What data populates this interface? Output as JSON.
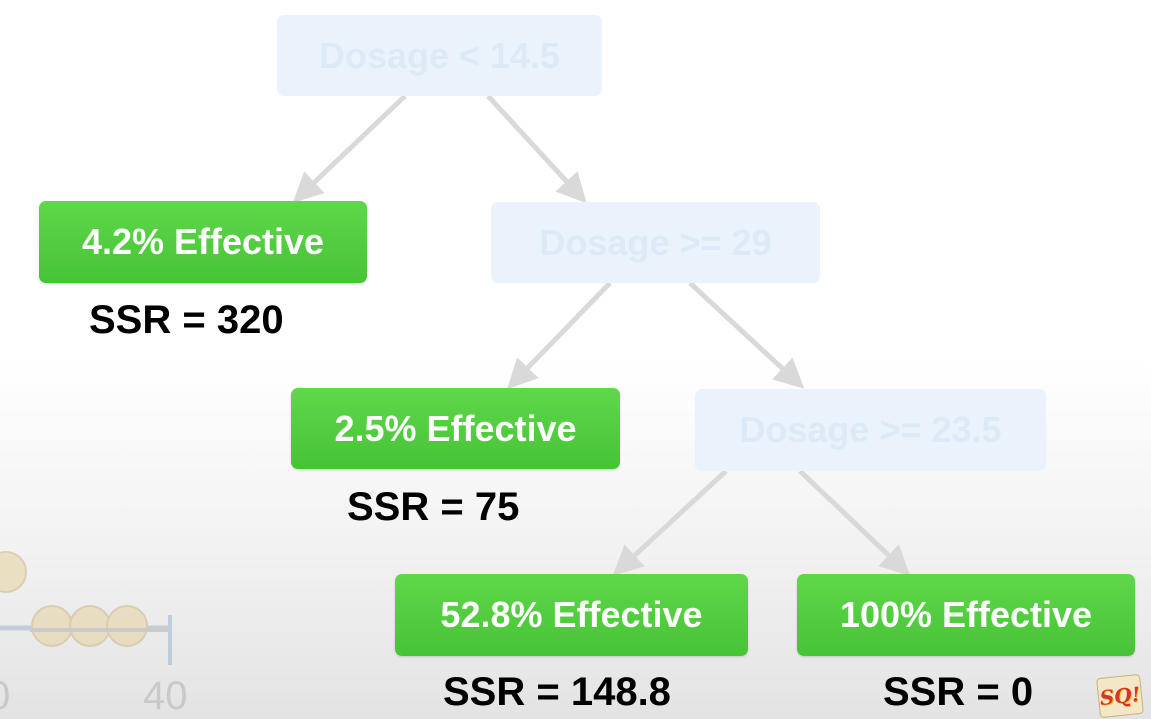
{
  "nodes": {
    "root": "Dosage < 14.5",
    "split_29": "Dosage >= 29",
    "split_23_5": "Dosage >= 23.5",
    "leaf_4_2": "4.2% Effective",
    "leaf_2_5": "2.5% Effective",
    "leaf_52_8": "52.8% Effective",
    "leaf_100": "100% Effective"
  },
  "ssr": {
    "leaf_4_2": "SSR = 320",
    "leaf_2_5": "SSR = 75",
    "leaf_52_8": "SSR = 148.8",
    "leaf_100": "SSR = 0"
  },
  "background_axis": {
    "tick_left": "0",
    "tick_right": "40"
  },
  "logo_text": "SQ!",
  "colors": {
    "leaf_green": "#4fca3c",
    "faded_decision_box": "#eaf3fc",
    "faded_decision_text": "#dde9f6",
    "arrow_gray": "#d9d9d9",
    "ssr_text": "#000000"
  }
}
